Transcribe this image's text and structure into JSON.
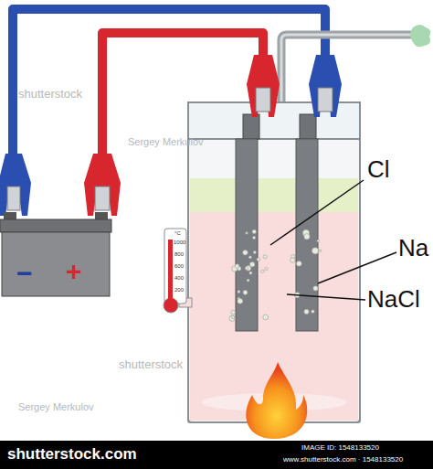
{
  "diagram": {
    "labels": [
      "−",
      "+",
      "Cl",
      "Na",
      "NaCl",
      "°C",
      "1000",
      "800",
      "600",
      "400",
      "200",
      "shutterstock",
      "shutterstock",
      "Sergey Merkulov",
      "Sergey Merkulov",
      "shutterstock.com",
      "IMAGE ID: 1548133520",
      "www.shutterstock.com · 1548133520"
    ]
  }
}
